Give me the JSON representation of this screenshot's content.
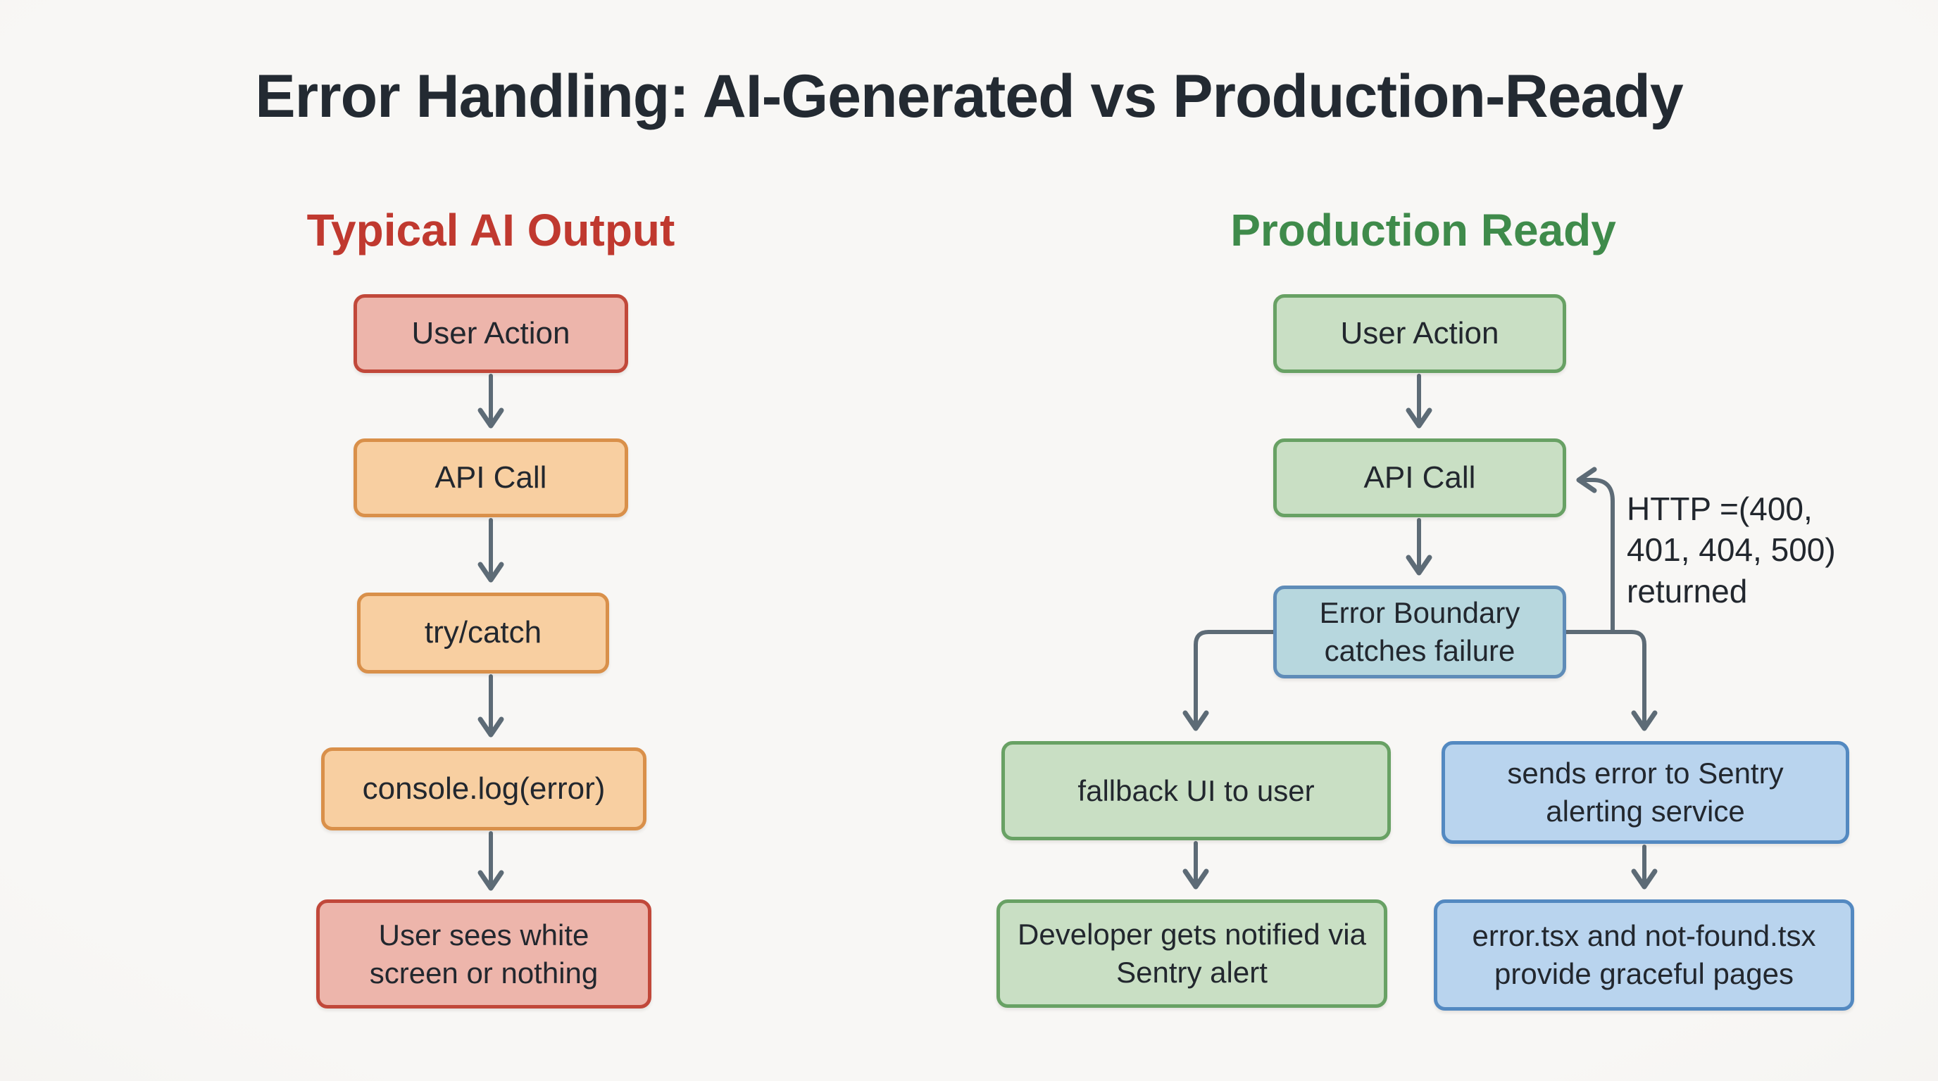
{
  "title": "Error Handling: AI-Generated vs Production-Ready",
  "columns": {
    "left": {
      "heading": "Typical AI Output",
      "nodes": [
        {
          "label": "User Action",
          "variant": "red"
        },
        {
          "label": "API Call",
          "variant": "orange"
        },
        {
          "label": "try/catch",
          "variant": "orange"
        },
        {
          "label": "console.log(error)",
          "variant": "orange"
        },
        {
          "label": "User sees white screen or nothing",
          "variant": "red"
        }
      ]
    },
    "right": {
      "heading": "Production Ready",
      "nodes": [
        {
          "label": "User Action",
          "variant": "green"
        },
        {
          "label": "API Call",
          "variant": "green"
        },
        {
          "label": "Error Boundary catches failure",
          "variant": "teal"
        },
        {
          "label": "fallback UI to user",
          "variant": "green"
        },
        {
          "label": "sends error to Sentry alerting service",
          "variant": "blue"
        },
        {
          "label": "Developer gets notified via Sentry alert",
          "variant": "green"
        },
        {
          "label": "error.tsx and not-found.tsx provide graceful pages",
          "variant": "blue"
        }
      ],
      "annotation": "HTTP =(400, 401, 404, 500) returned"
    }
  },
  "colors": {
    "background": "#f5f4f2",
    "title_text": "#232a32",
    "left_heading": "#c0392f",
    "right_heading": "#3f8b4b",
    "arrow": "#5d6b76",
    "node_text": "#22272e",
    "red_fill": "#edb5ab",
    "red_border": "#c1483a",
    "orange_fill": "#f8cfa1",
    "orange_border": "#d9904a",
    "green_fill": "#c9dfc4",
    "green_border": "#68a164",
    "teal_fill": "#b7d7de",
    "teal_border": "#5f8cb8",
    "blue_fill": "#b9d4ee",
    "blue_border": "#5389c1"
  }
}
